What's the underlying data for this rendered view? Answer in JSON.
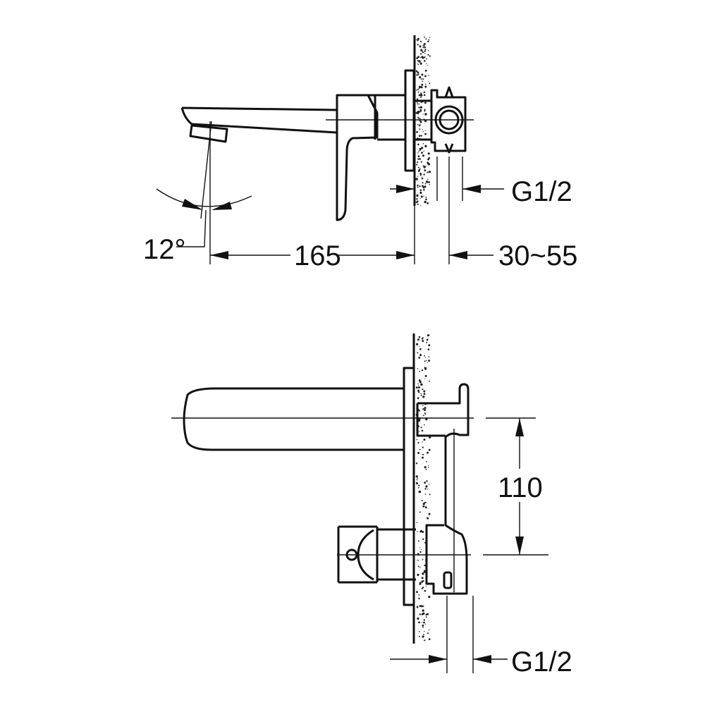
{
  "side_view": {
    "angle_label": "12°",
    "spout_length_label": "165",
    "wall_depth_label": "30~55",
    "connection_label": "G1/2"
  },
  "front_view": {
    "center_distance_label": "110",
    "connection_label": "G1/2"
  },
  "colors": {
    "line": "#111111",
    "background": "#ffffff"
  }
}
